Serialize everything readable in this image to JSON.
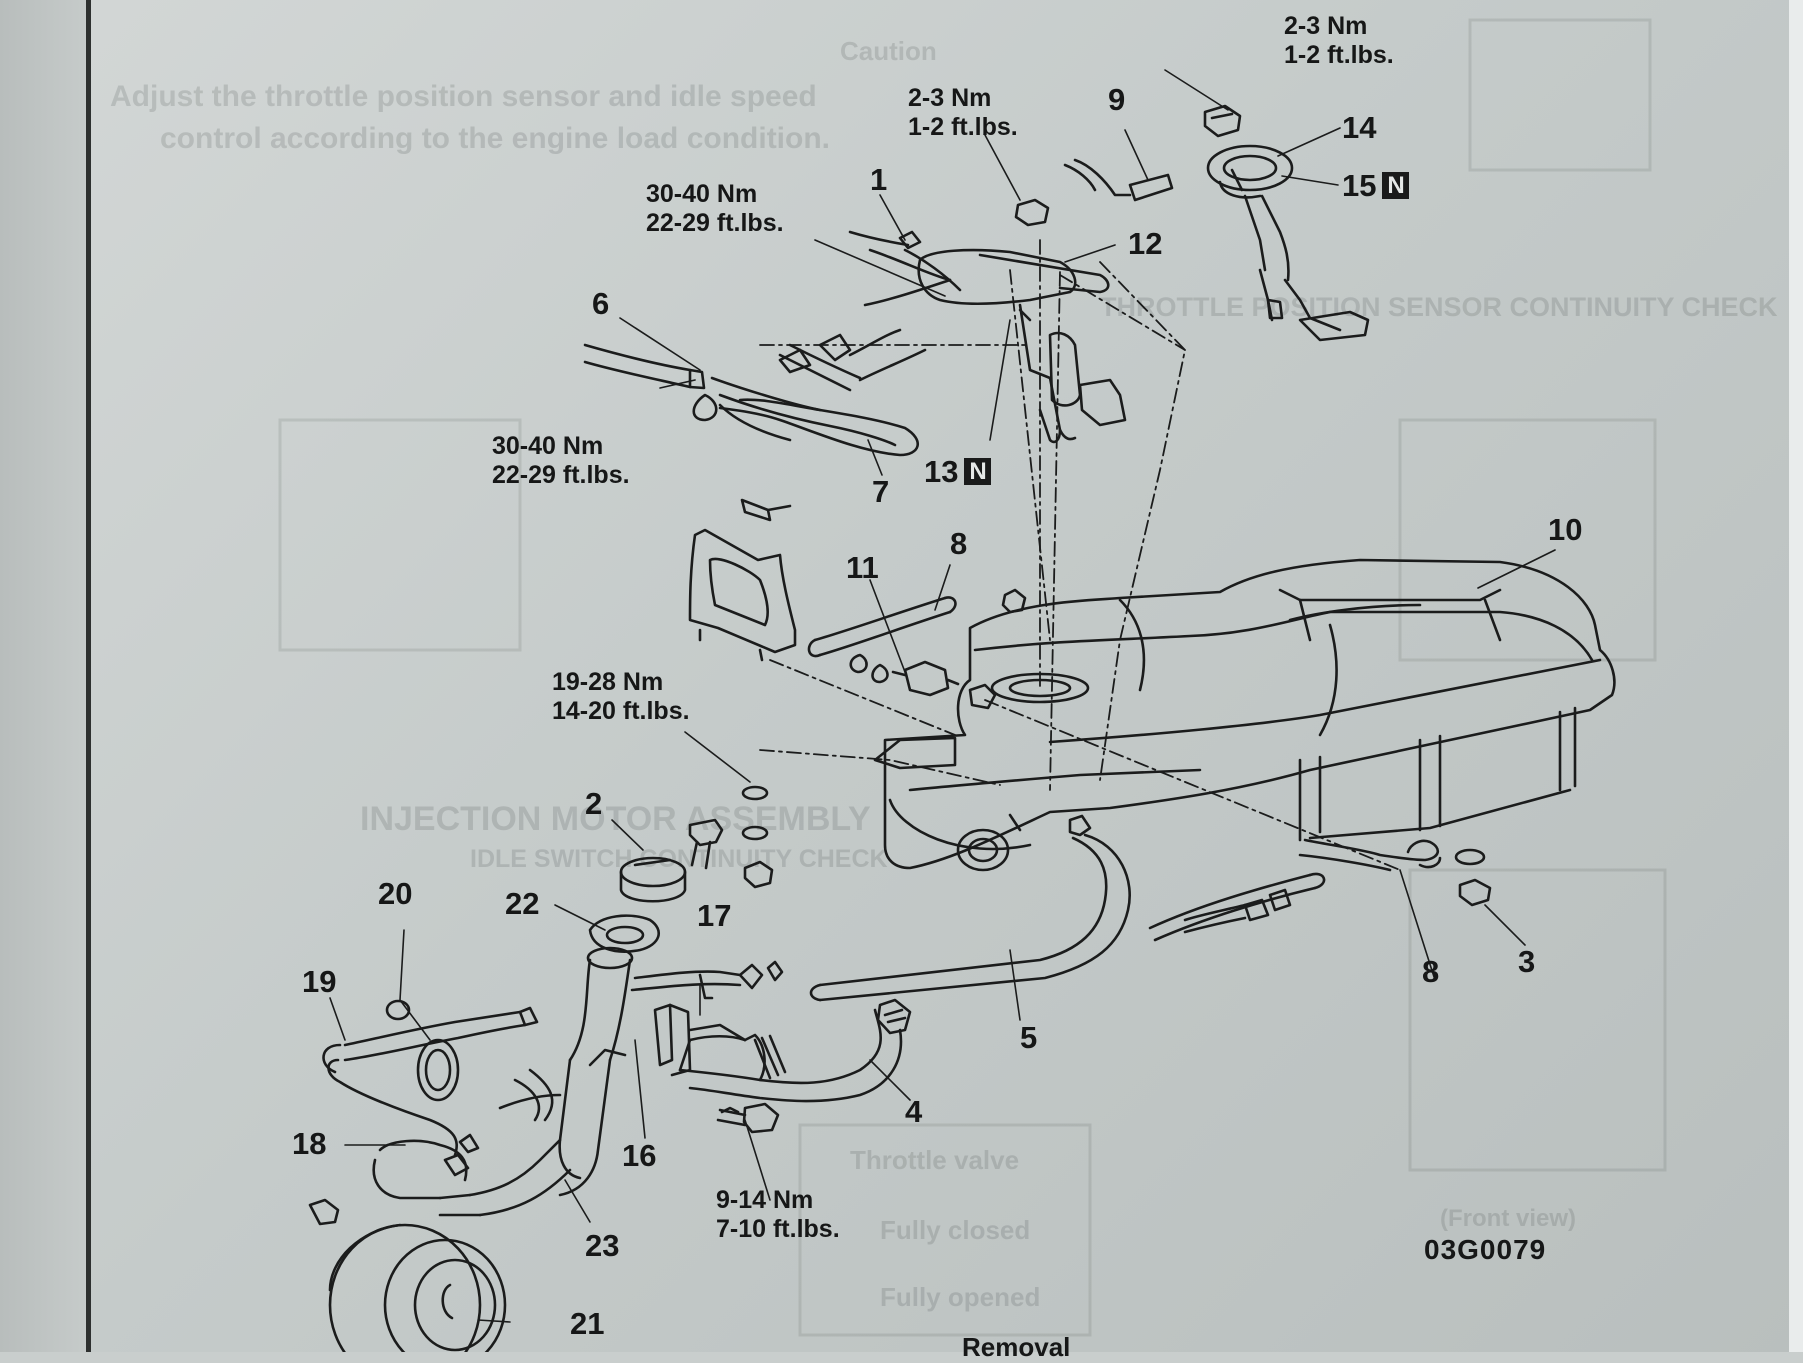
{
  "diagram": {
    "figure_code": "03G0079",
    "torque_specs": {
      "top_right": [
        "2-3 Nm",
        "1-2 ft.lbs."
      ],
      "top_center": [
        "2-3 Nm",
        "1-2 ft.lbs."
      ],
      "upper_left": [
        "30-40 Nm",
        "22-29 ft.lbs."
      ],
      "left_middle": [
        "30-40 Nm",
        "22-29 ft.lbs."
      ],
      "filler_neck_nut": [
        "19-28 Nm",
        "14-20 ft.lbs."
      ],
      "bottom_bolt": [
        "9-14 Nm",
        "7-10 ft.lbs."
      ]
    },
    "callouts": {
      "c1": "1",
      "c2": "2",
      "c3": "3",
      "c4": "4",
      "c5": "5",
      "c6": "6",
      "c7": "7",
      "c8a": "8",
      "c8b": "8",
      "c9": "9",
      "c10": "10",
      "c11": "11",
      "c12": "12",
      "c13": "13",
      "c14": "14",
      "c15": "15",
      "c16": "16",
      "c17": "17",
      "c18": "18",
      "c19": "19",
      "c20": "20",
      "c21": "21",
      "c22": "22",
      "c23": "23"
    },
    "replace_badge": "N",
    "footer_text": "Removal"
  },
  "background_text": {
    "caution": "Caution",
    "line1": "Adjust the throttle position sensor and idle speed",
    "line2": "control according to the engine load condition.",
    "section1": "THROTTLE POSITION SENSOR CONTINUITY CHECK",
    "section2": "INJECTION MOTOR ASSEMBLY",
    "section3": "IDLE SWITCH CONTINUITY CHECK",
    "valve": "Throttle valve",
    "closed": "Fully closed",
    "opened": "Fully opened",
    "front": "(Front view)"
  }
}
